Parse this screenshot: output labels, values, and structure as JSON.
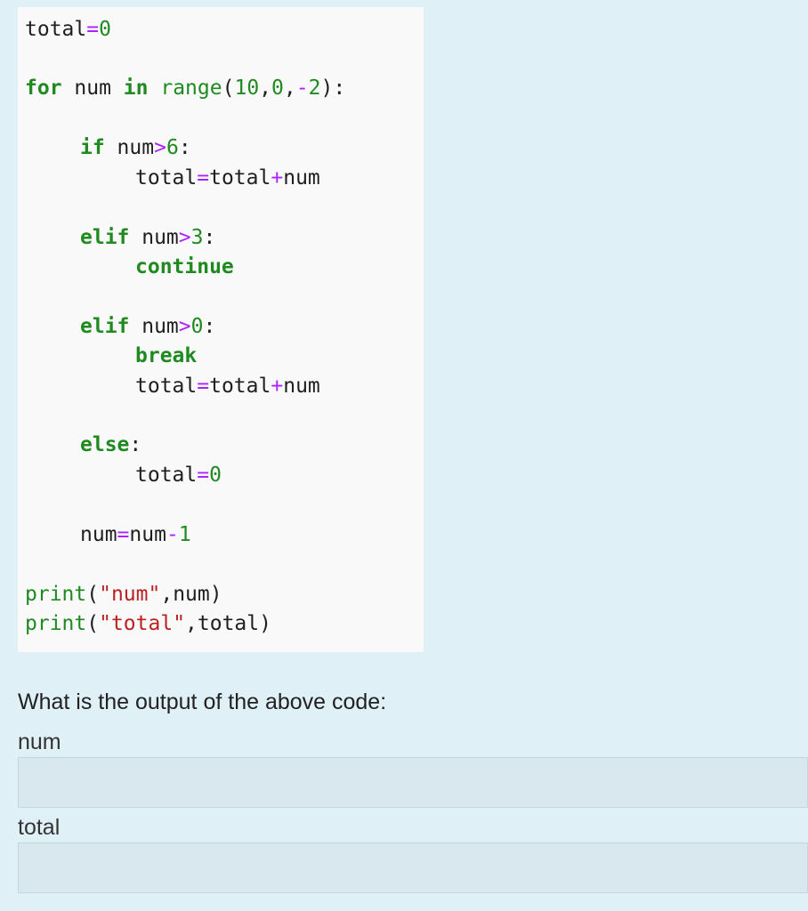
{
  "code": {
    "lines": [
      {
        "indent": 0,
        "tokens": [
          {
            "t": "plain",
            "v": "total"
          },
          {
            "t": "op",
            "v": "="
          },
          {
            "t": "num",
            "v": "0"
          }
        ]
      },
      {
        "indent": 0,
        "tokens": [
          {
            "t": "kw",
            "v": "for"
          },
          {
            "t": "plain",
            "v": " num "
          },
          {
            "t": "kw",
            "v": "in"
          },
          {
            "t": "plain",
            "v": " "
          },
          {
            "t": "fn",
            "v": "range"
          },
          {
            "t": "plain",
            "v": "("
          },
          {
            "t": "num",
            "v": "10"
          },
          {
            "t": "plain",
            "v": ","
          },
          {
            "t": "num",
            "v": "0"
          },
          {
            "t": "plain",
            "v": ","
          },
          {
            "t": "op",
            "v": "-"
          },
          {
            "t": "num",
            "v": "2"
          },
          {
            "t": "plain",
            "v": "):"
          }
        ]
      },
      {
        "indent": 1,
        "tokens": [
          {
            "t": "kw",
            "v": "if"
          },
          {
            "t": "plain",
            "v": " num"
          },
          {
            "t": "op",
            "v": ">"
          },
          {
            "t": "num",
            "v": "6"
          },
          {
            "t": "plain",
            "v": ":"
          }
        ]
      },
      {
        "indent": 2,
        "tokens": [
          {
            "t": "plain",
            "v": "total"
          },
          {
            "t": "op",
            "v": "="
          },
          {
            "t": "plain",
            "v": "total"
          },
          {
            "t": "op",
            "v": "+"
          },
          {
            "t": "plain",
            "v": "num"
          }
        ]
      },
      {
        "indent": 1,
        "tokens": [
          {
            "t": "kw",
            "v": "elif"
          },
          {
            "t": "plain",
            "v": " num"
          },
          {
            "t": "op",
            "v": ">"
          },
          {
            "t": "num",
            "v": "3"
          },
          {
            "t": "plain",
            "v": ":"
          }
        ]
      },
      {
        "indent": 2,
        "tokens": [
          {
            "t": "kw",
            "v": "continue"
          }
        ]
      },
      {
        "indent": 1,
        "tokens": [
          {
            "t": "kw",
            "v": "elif"
          },
          {
            "t": "plain",
            "v": " num"
          },
          {
            "t": "op",
            "v": ">"
          },
          {
            "t": "num",
            "v": "0"
          },
          {
            "t": "plain",
            "v": ":"
          }
        ]
      },
      {
        "indent": 2,
        "tokens": [
          {
            "t": "kw",
            "v": "break"
          }
        ]
      },
      {
        "indent": 2,
        "tokens": [
          {
            "t": "plain",
            "v": "total"
          },
          {
            "t": "op",
            "v": "="
          },
          {
            "t": "plain",
            "v": "total"
          },
          {
            "t": "op",
            "v": "+"
          },
          {
            "t": "plain",
            "v": "num"
          }
        ]
      },
      {
        "indent": 1,
        "tokens": [
          {
            "t": "kw",
            "v": "else"
          },
          {
            "t": "plain",
            "v": ":"
          }
        ]
      },
      {
        "indent": 2,
        "tokens": [
          {
            "t": "plain",
            "v": "total"
          },
          {
            "t": "op",
            "v": "="
          },
          {
            "t": "num",
            "v": "0"
          }
        ]
      },
      {
        "indent": 1,
        "tokens": [
          {
            "t": "plain",
            "v": "num"
          },
          {
            "t": "op",
            "v": "="
          },
          {
            "t": "plain",
            "v": "num"
          },
          {
            "t": "op",
            "v": "-"
          },
          {
            "t": "num",
            "v": "1"
          }
        ]
      },
      {
        "indent": 0,
        "tokens": [
          {
            "t": "fn",
            "v": "print"
          },
          {
            "t": "plain",
            "v": "("
          },
          {
            "t": "str",
            "v": "\"num\""
          },
          {
            "t": "plain",
            "v": ",num)"
          }
        ]
      },
      {
        "indent": 0,
        "tokens": [
          {
            "t": "fn",
            "v": "print"
          },
          {
            "t": "plain",
            "v": "("
          },
          {
            "t": "str",
            "v": "\"total\""
          },
          {
            "t": "plain",
            "v": ",total)"
          }
        ]
      }
    ]
  },
  "question": {
    "text": "What is the output of the above code:"
  },
  "fields": {
    "num_label": "num",
    "num_value": "",
    "total_label": "total",
    "total_value": ""
  },
  "colors": {
    "page_background": "#dff0f7",
    "code_background": "#f9f9f9",
    "keyword": "#1f8a1f",
    "string": "#ba2121",
    "operator": "#aa22ff",
    "input_background": "#d9e8ef"
  }
}
